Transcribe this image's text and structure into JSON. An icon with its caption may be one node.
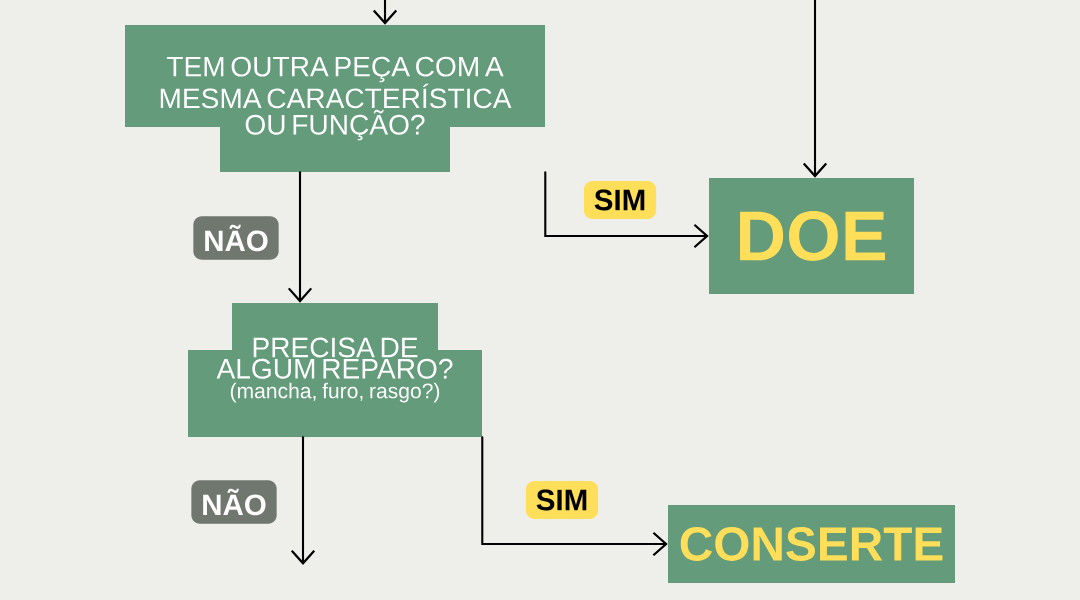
{
  "diagram": {
    "nodes": [
      {
        "text": [
          "TEM OUTRA PEÇA COM A MESMA CARACTERÍSTICA OU FUNÇÃO?"
        ]
      },
      {
        "text": [
          "DOE"
        ]
      },
      {
        "text": [
          "PRECISA DE ALGUM REPARO?",
          "(mancha, furo, rasgo?)"
        ]
      },
      {
        "text": [
          "CONSERTE"
        ]
      }
    ],
    "edges": [
      {
        "from": null,
        "to": 0,
        "arrow": "to"
      },
      {
        "from": null,
        "to": 1,
        "arrow": "to"
      },
      {
        "from": 0,
        "to": 1,
        "arrow": "to",
        "label": "SIM"
      },
      {
        "from": 0,
        "to": 2,
        "arrow": "to",
        "label": "NÃO"
      },
      {
        "from": 2,
        "to": 3,
        "arrow": "to",
        "label": "SIM"
      },
      {
        "from": 2,
        "to": null,
        "arrow": "to",
        "label": "NÃO"
      }
    ]
  }
}
